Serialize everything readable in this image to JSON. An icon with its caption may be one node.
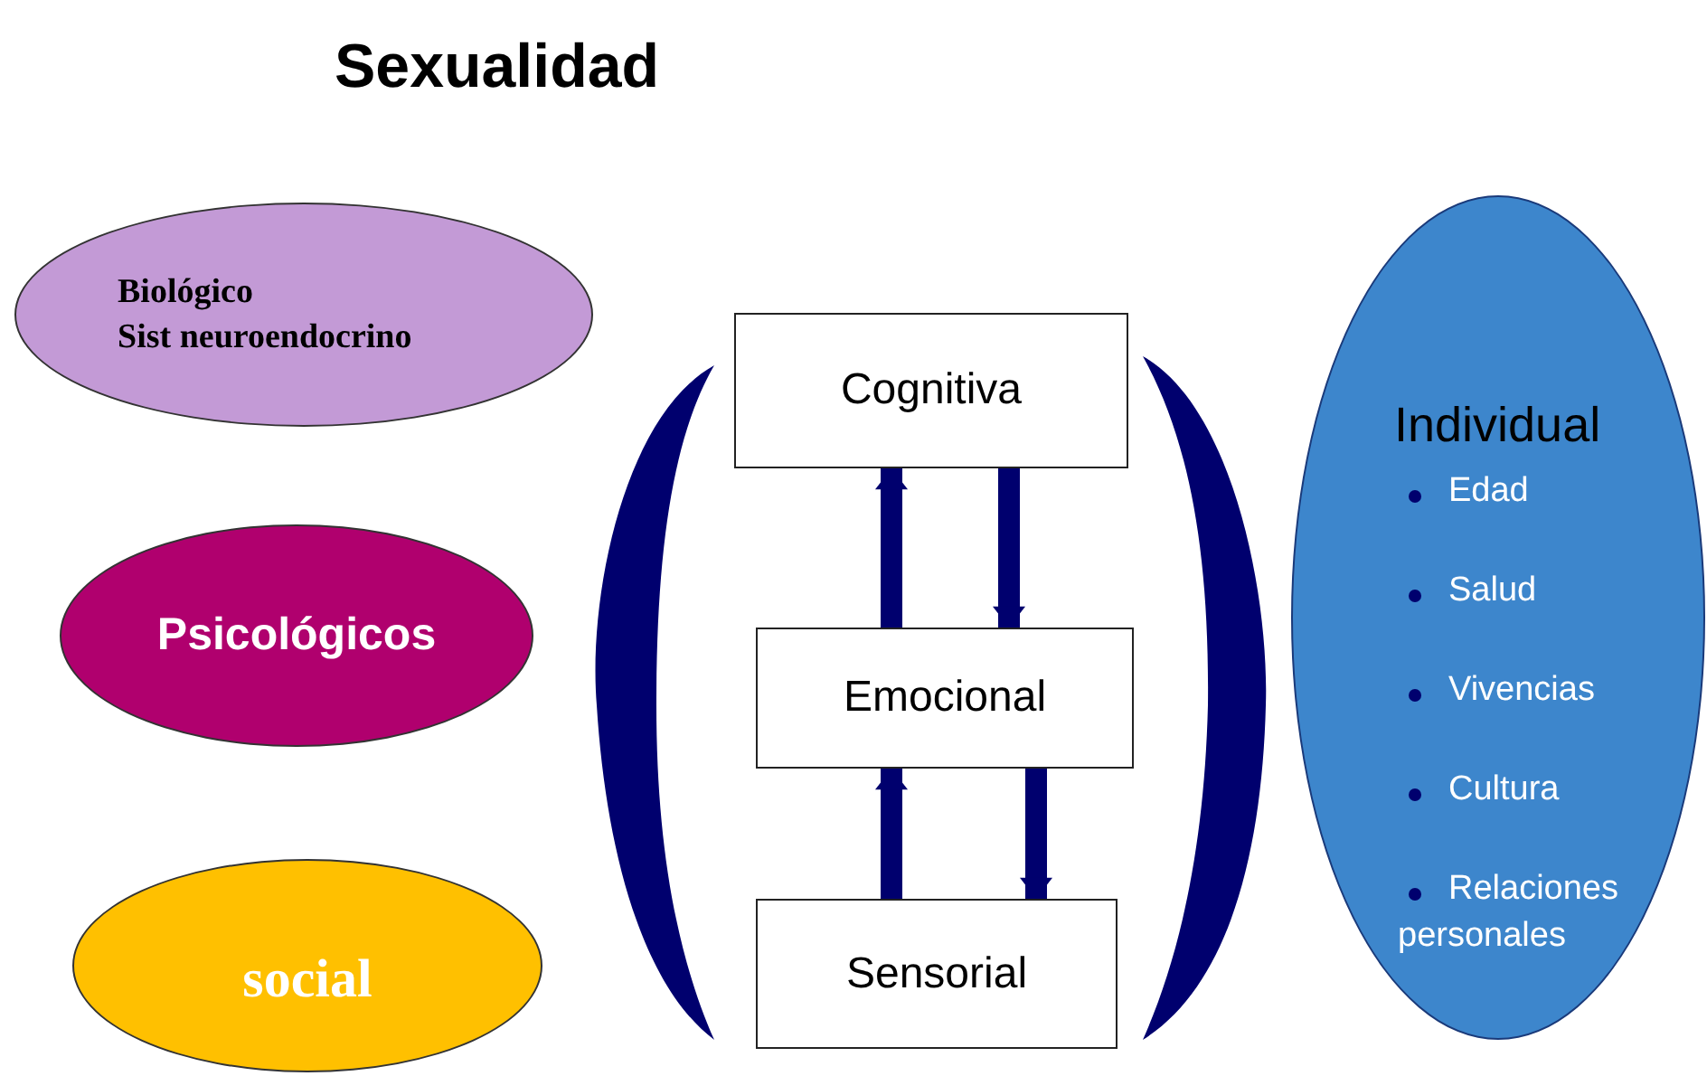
{
  "diagram": {
    "title": "Sexualidad",
    "nodes": [
      {
        "text": [
          "Biológico",
          "Sist neuroendocrino"
        ]
      },
      {
        "text": [
          "Psicológicos"
        ]
      },
      {
        "text": [
          "social"
        ]
      },
      {
        "text": [
          "Cognitiva"
        ]
      },
      {
        "text": [
          "Emocional"
        ]
      },
      {
        "text": [
          "Sensorial"
        ]
      },
      {
        "text": [
          "Individual",
          "Edad",
          "Salud",
          "Vivencias",
          "Cultura",
          "Relaciones personales"
        ]
      },
      {
        "text": [],
        "shape": "bracket"
      },
      {
        "text": [],
        "shape": "bracket"
      }
    ],
    "edges": [
      {
        "from": 4,
        "to": 3,
        "arrow": "to"
      },
      {
        "from": 3,
        "to": 4,
        "arrow": "to"
      },
      {
        "from": 5,
        "to": 4,
        "arrow": "to"
      },
      {
        "from": 4,
        "to": 5,
        "arrow": "to"
      }
    ]
  }
}
